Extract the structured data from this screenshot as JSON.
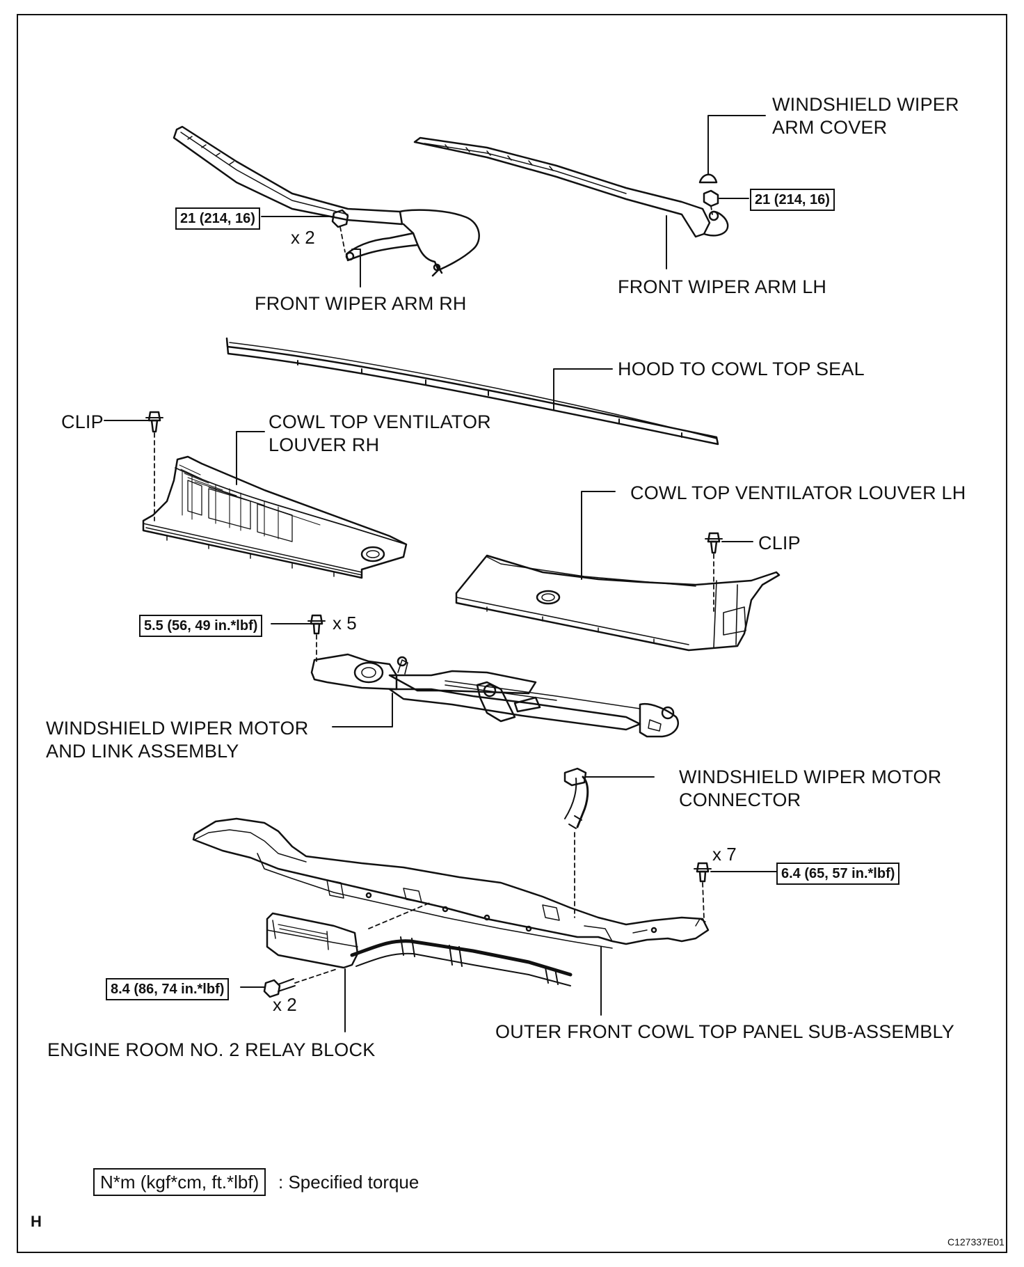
{
  "labels": {
    "arm_cover_l1": "WINDSHIELD WIPER",
    "arm_cover_l2": "ARM COVER",
    "arm_rh": "FRONT WIPER ARM RH",
    "arm_lh": "FRONT WIPER ARM LH",
    "hood_seal": "HOOD TO COWL TOP SEAL",
    "clip": "CLIP",
    "louver_rh_l1": "COWL TOP VENTILATOR",
    "louver_rh_l2": "LOUVER RH",
    "louver_lh": "COWL TOP VENTILATOR LOUVER LH",
    "motor_link_l1": "WINDSHIELD WIPER MOTOR",
    "motor_link_l2": "AND LINK ASSEMBLY",
    "connector_l1": "WINDSHIELD WIPER MOTOR",
    "connector_l2": "CONNECTOR",
    "relay_block": "ENGINE ROOM NO. 2 RELAY BLOCK",
    "cowl_panel": "OUTER FRONT COWL TOP PANEL SUB-ASSEMBLY"
  },
  "torques": {
    "arm_rh": "21 (214, 16)",
    "arm_lh": "21 (214, 16)",
    "motor_link": "5.5 (56, 49 in.*lbf)",
    "cowl_panel": "6.4 (65, 57 in.*lbf)",
    "relay_block": "8.4 (86, 74 in.*lbf)"
  },
  "quantities": {
    "arm_rh": "x 2",
    "motor_link": "x 5",
    "cowl_panel": "x 7",
    "relay_block": "x 2"
  },
  "legend": {
    "unit": "N*m (kgf*cm, ft.*lbf)",
    "meaning": ": Specified torque"
  },
  "corner_letter": "H",
  "figure_code": "C127337E01"
}
